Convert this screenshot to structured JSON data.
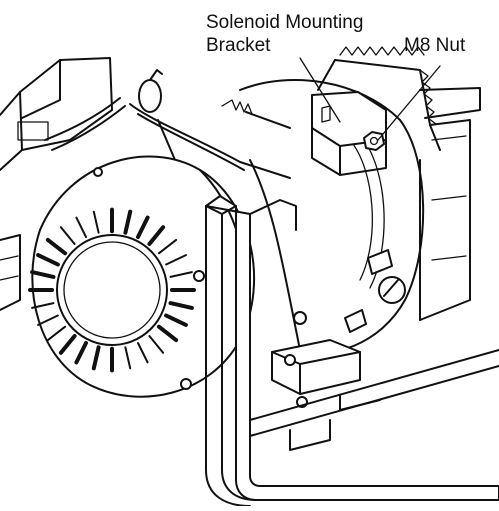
{
  "callouts": {
    "solenoid_line1": "Solenoid Mounting",
    "solenoid_line2": "Bracket",
    "nut": "M8 Nut"
  },
  "colors": {
    "ink": "#111111",
    "paper": "#ffffff"
  }
}
